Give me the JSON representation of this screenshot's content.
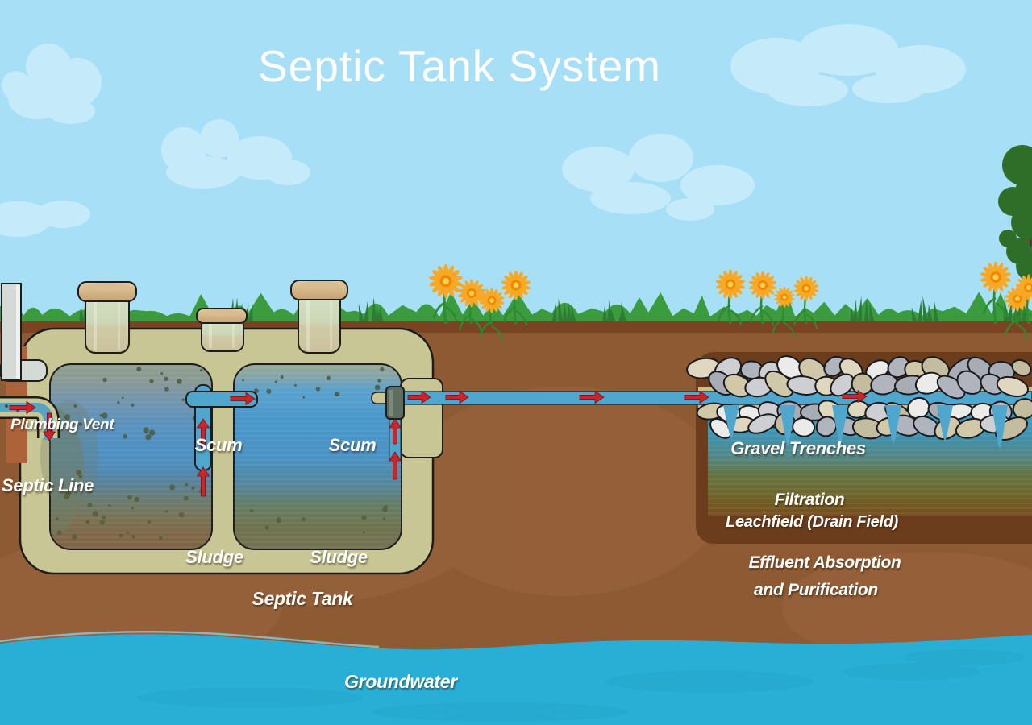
{
  "title": "Septic Tank System",
  "labels": {
    "plumbing_vent": "Plumbing Vent",
    "septic_line": "Septic Line",
    "scum_1": "Scum",
    "scum_2": "Scum",
    "sludge_1": "Sludge",
    "sludge_2": "Sludge",
    "septic_tank": "Septic Tank",
    "gravel_trenches": "Gravel Trenches",
    "filtration": "Filtration",
    "leachfield": "Leachfield (Drain Field)",
    "effluent_line1": "Effluent Absorption",
    "effluent_line2": "and Purification",
    "groundwater": "Groundwater"
  },
  "palette": {
    "sky": "#A7DFF6",
    "cloud": "#C5EBFB",
    "grass": "#3A9C3E",
    "grassDark": "#2B7D33",
    "dirtTop": "#7A4423",
    "soil": "#8E5A34",
    "soilLight": "#9A6540",
    "trench": "#6C3D1C",
    "tankShell": "#C8C694",
    "tankOutline": "#1D1D1D",
    "pipeWater": "#4FA7CE",
    "pipeWall": "#CBBF8C",
    "arrow": "#C9252B",
    "water": "#29AFD5",
    "treeGreen": "#2E6E28",
    "trunkBrown": "#7A4A28",
    "flowerPetal": "#F9A825",
    "flowerCore": "#EF8A00",
    "flowerCenter": "#FFCE54",
    "stemGreen": "#2E8B2E",
    "filterGray": "#5E6D60",
    "ventGray": "#D6DAD6",
    "labelText": "#FFFFFF"
  }
}
